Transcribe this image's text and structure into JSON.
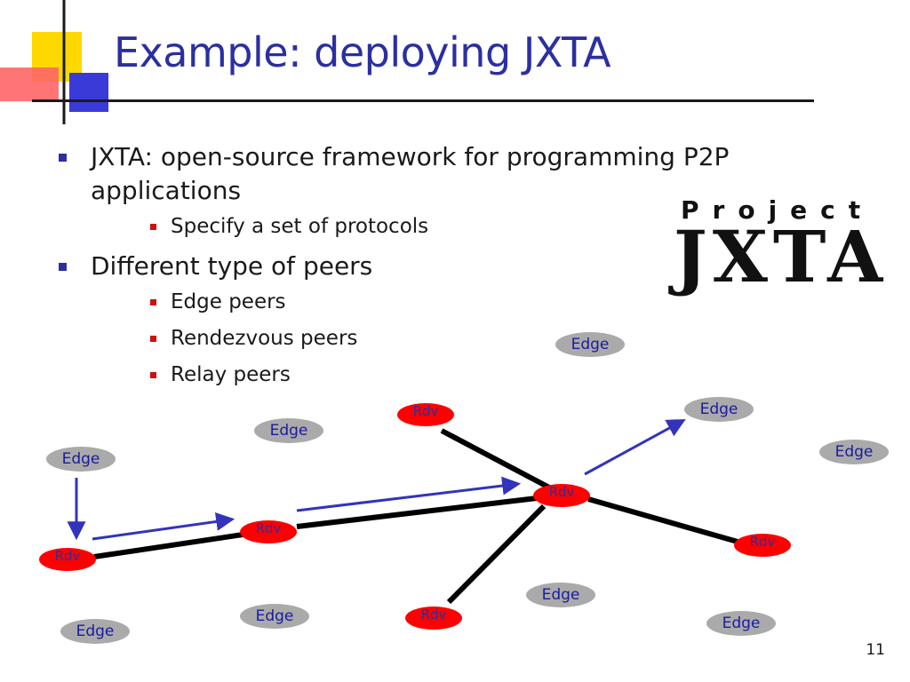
{
  "slide": {
    "title": "Example: deploying JXTA",
    "page_number": "11"
  },
  "bullets": [
    {
      "text": "JXTA: open-source framework for programming P2P applications",
      "sub": [
        "Specify a set of protocols"
      ]
    },
    {
      "text": "Different type of peers",
      "sub": [
        "Edge peers",
        "Rendezvous peers",
        "Relay peers"
      ]
    }
  ],
  "logo": {
    "line1": "Project",
    "line2": "JXTA"
  },
  "diagram": {
    "edge_label": "Edge",
    "rdv_label": "Rdv"
  },
  "colors": {
    "title": "#2b2fa1",
    "arrow": "#3333bb",
    "rdv_fill": "#ff0000",
    "edge_fill": "#aaaaaa"
  }
}
